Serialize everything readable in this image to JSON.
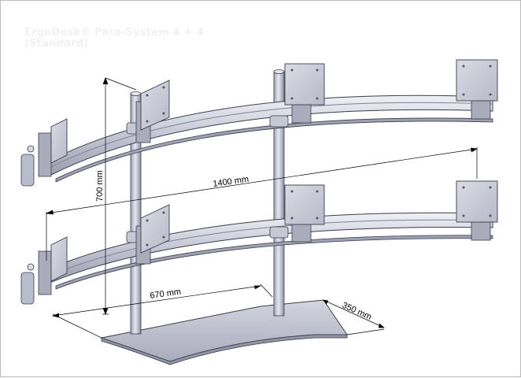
{
  "title": {
    "line1": "ErgoDesk® Para-System 4 + 4",
    "line2": "(Standard)"
  },
  "dimensions": {
    "height": "700 mm",
    "width": "1400 mm",
    "base_width": "670 mm",
    "base_depth": "350 mm"
  },
  "colors": {
    "metal": "#c8cbd6",
    "metal_dark": "#8e92a3",
    "metal_light": "#eef0f6",
    "outline": "#3a3d4a",
    "dimension_line": "#000000"
  },
  "components": {
    "tiers": 2,
    "vesa_plates_per_tier": 4,
    "poles": 2,
    "base": "flat-plate-base"
  }
}
